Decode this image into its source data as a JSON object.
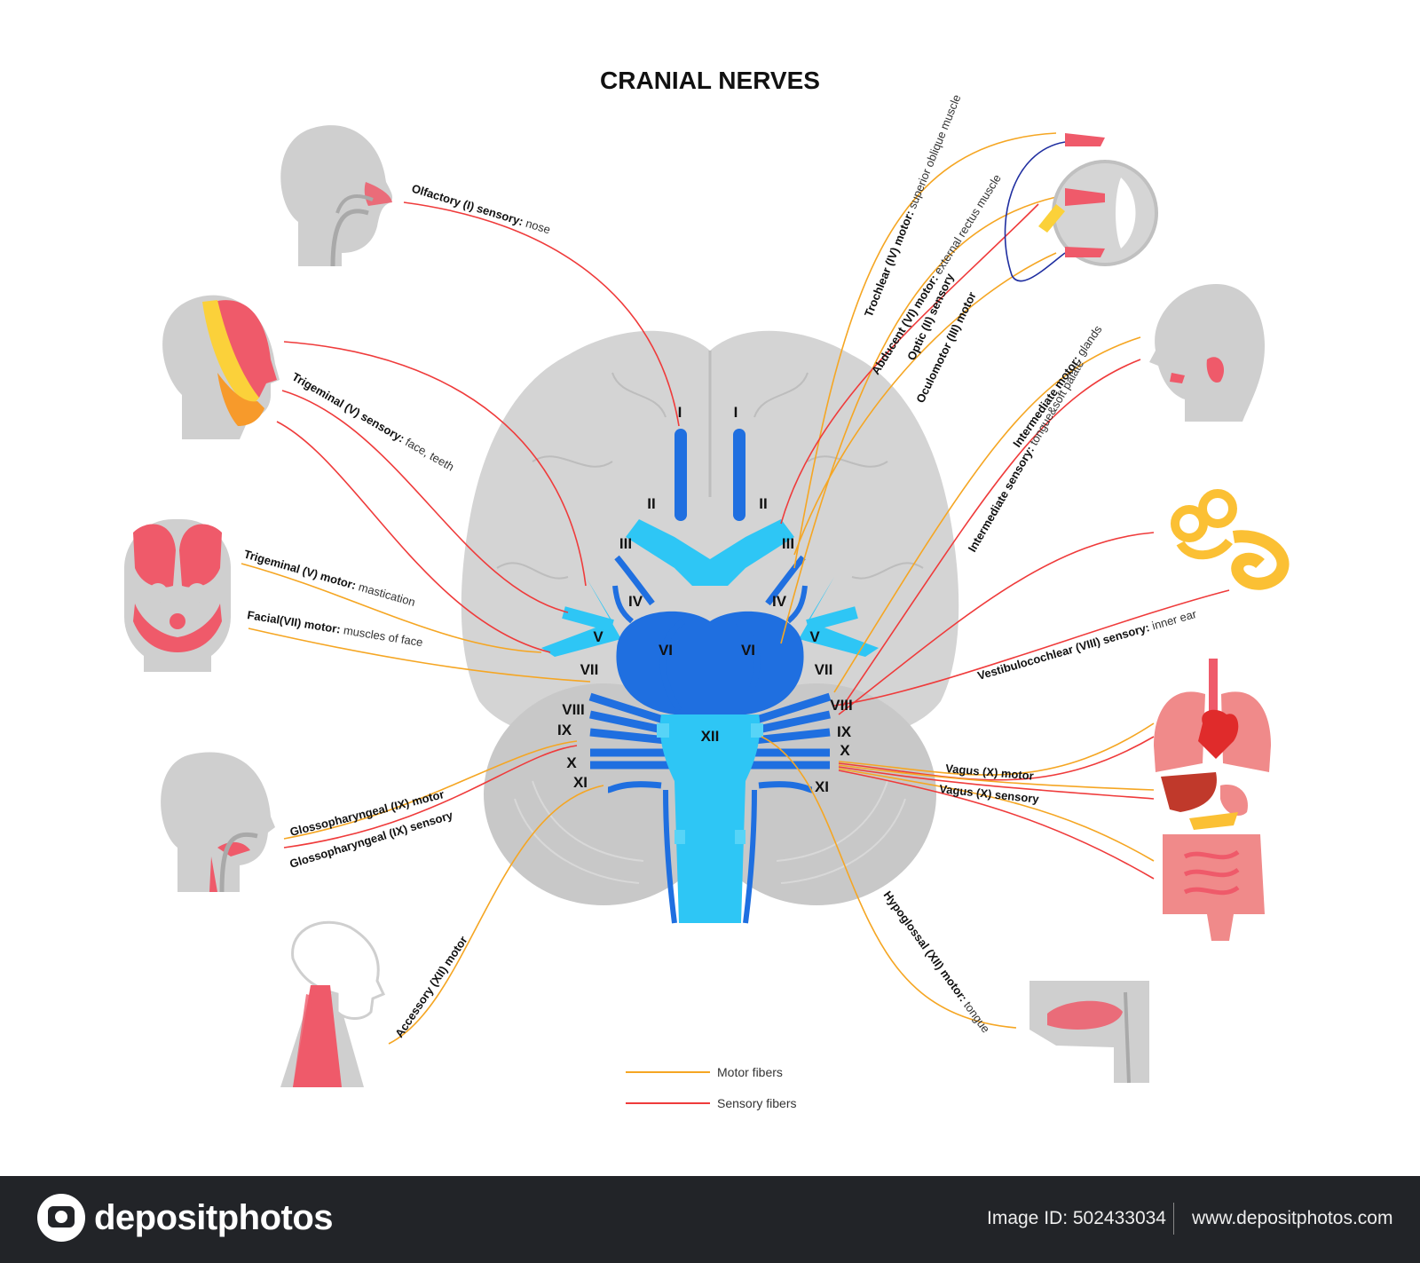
{
  "title": "CRANIAL NERVES",
  "colors": {
    "motor": "#f5a623",
    "sensory": "#ef3b3b",
    "nerve_dark": "#1f6fe0",
    "nerve_light": "#2ec6f5",
    "brain_gray": "#d2d2d2"
  },
  "numerals": {
    "I": "I",
    "II": "II",
    "III": "III",
    "IV": "IV",
    "V": "V",
    "VI": "VI",
    "VII": "VII",
    "VIII": "VIII",
    "IX": "IX",
    "X": "X",
    "XI": "XI",
    "XII": "XII"
  },
  "labels": {
    "olfactory": {
      "name": "Olfactory (I) sensory:",
      "target": "nose"
    },
    "trigeminal_sensory": {
      "name": "Trigeminal (V) sensory:",
      "target": "face, teeth"
    },
    "trigeminal_motor": {
      "name": "Trigeminal (V) motor:",
      "target": "mastication"
    },
    "facial_motor": {
      "name": "Facial(VII) motor:",
      "target": "muscles of face"
    },
    "glosso_motor": {
      "name": "Glossopharyngeal (IX) motor",
      "target": ""
    },
    "glosso_sensory": {
      "name": "Glossopharyngeal (IX) sensory",
      "target": ""
    },
    "accessory": {
      "name": "Accessory (XII) motor",
      "target": ""
    },
    "trochlear": {
      "name": "Trochlear (IV) motor:",
      "target": "superior oblique muscle"
    },
    "abducent": {
      "name": "Abducent (VI) motor:",
      "target": "external rectus muscle"
    },
    "optic": {
      "name": "Optic (II) sensory",
      "target": ""
    },
    "oculomotor": {
      "name": "Oculomotor (III) motor",
      "target": ""
    },
    "intermediate_motor": {
      "name": "Intermediate motor:",
      "target": "glands"
    },
    "intermediate_sensory": {
      "name": "Intermediate sensory:",
      "target": "tongue&soft palate"
    },
    "vestibulocochlear": {
      "name": "Vestibulocochlear (VIII) sensory:",
      "target": "inner ear"
    },
    "vagus_motor": {
      "name": "Vagus (X) motor",
      "target": ""
    },
    "vagus_sensory": {
      "name": "Vagus (X) sensory",
      "target": ""
    },
    "hypoglossal": {
      "name": "Hypoglossal (XII) motor:",
      "target": "tongue"
    }
  },
  "legend": {
    "motor": "Motor fibers",
    "sensory": "Sensory fibers"
  },
  "footer": {
    "brand": "depositphotos",
    "image_id": "Image ID: 502433034",
    "site": "www.depositphotos.com"
  }
}
